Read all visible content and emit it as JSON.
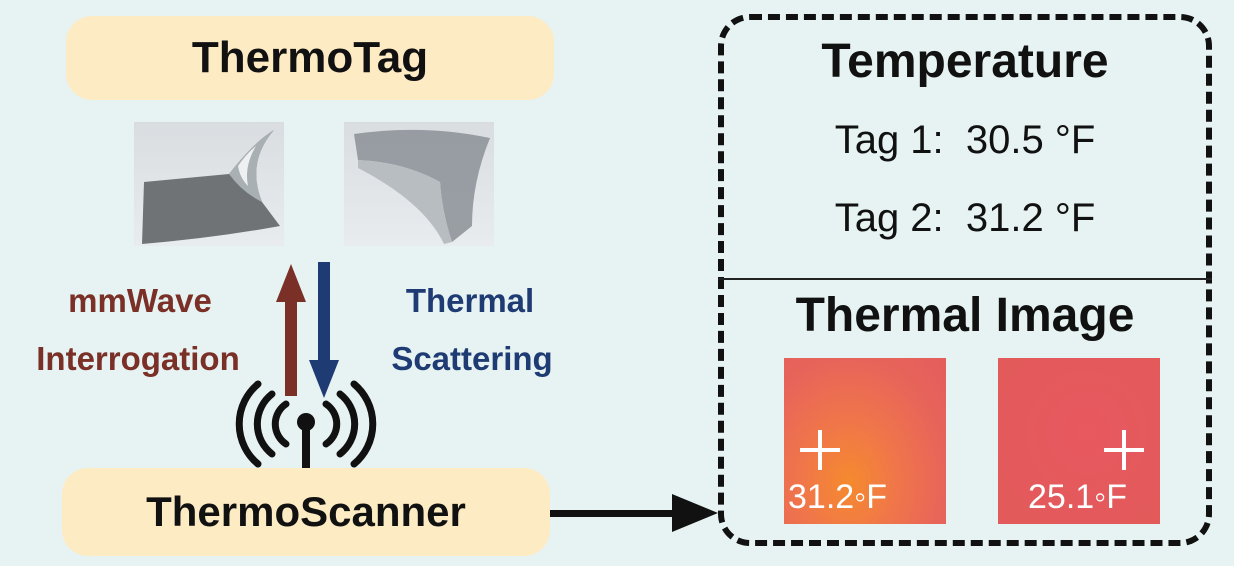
{
  "diagram": {
    "thermotag_label": "ThermoTag",
    "thermoscanner_label": "ThermoScanner",
    "left_arrow_label_line1": "mmWave",
    "left_arrow_label_line2": "Interrogation",
    "right_arrow_label_line1": "Thermal",
    "right_arrow_label_line2": "Scattering"
  },
  "panel": {
    "temperature_title": "Temperature",
    "readings": [
      {
        "text": "Tag 1:  30.5 °F"
      },
      {
        "text": "Tag 2:  31.2 °F"
      }
    ],
    "thermal_image_title": "Thermal Image",
    "thermal_images": [
      {
        "value": "31.2◦F"
      },
      {
        "value": "25.1◦F"
      }
    ]
  },
  "colors": {
    "background": "#e6f3f2",
    "pill": "#fdebc4",
    "up_arrow": "#7a2f27",
    "down_arrow": "#1f3b73"
  }
}
